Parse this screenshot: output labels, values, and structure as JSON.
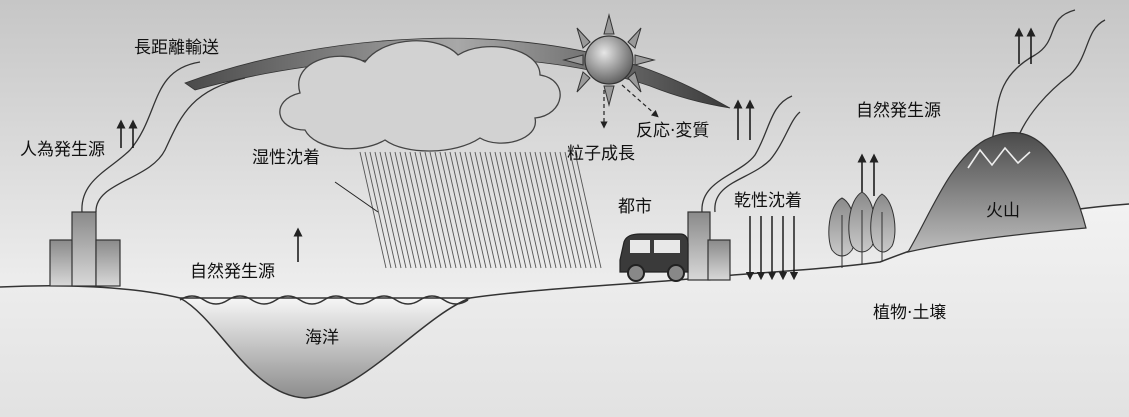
{
  "labels": {
    "long_range_transport": "長距離輸送",
    "anthropogenic_source": "人為発生源",
    "wet_deposition": "湿性沈着",
    "particle_growth": "粒子成長",
    "reaction_transformation": "反応·変質",
    "natural_source_upper": "自然発生源",
    "city": "都市",
    "dry_deposition": "乾性沈着",
    "volcano": "火山",
    "natural_source_lower": "自然発生源",
    "ocean": "海洋",
    "vegetation_soil": "植物·土壌"
  },
  "colors": {
    "sky_top": "#c9c9c9",
    "sky_bottom": "#eeeeee",
    "ground": "#ebebeb",
    "cloud": "#d2d2d2",
    "sun": "#9a9a9a",
    "dark": "#333333"
  }
}
